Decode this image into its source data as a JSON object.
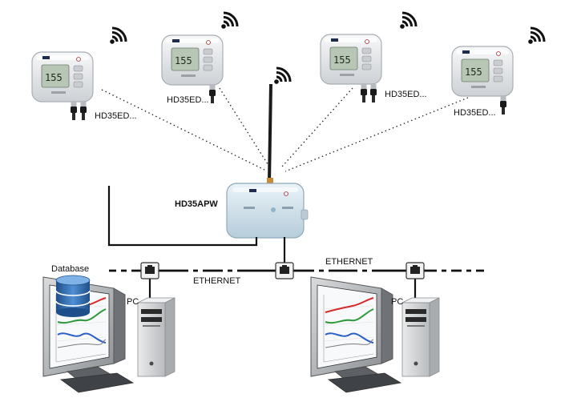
{
  "colors": {
    "device_body": "#e6e8ea",
    "device_border": "#a9aeb3",
    "screen": "#b8c7b5",
    "receiver_body": "#cfe1ec",
    "network_line": "#111111",
    "wireless_link": "#222222",
    "chart_red": "#d42a2a",
    "chart_green": "#2f9a3b",
    "chart_blue": "#2a5fc4",
    "db_blue": "#2f6db3"
  },
  "loggers": [
    {
      "label": "HD35ED...",
      "reading": "155"
    },
    {
      "label": "HD35ED...",
      "reading": "155"
    },
    {
      "label": "HD35ED...",
      "reading": "155"
    },
    {
      "label": "HD35ED...",
      "reading": "155"
    }
  ],
  "receiver": {
    "label": "HD35APW"
  },
  "network": {
    "left_label": "ETHERNET",
    "right_label": "ETHERNET"
  },
  "pcs": [
    {
      "label": "PC",
      "database_label": "Database"
    },
    {
      "label": "PC"
    }
  ],
  "icons": {
    "wifi": "wifi-signal-icon",
    "switch": "ethernet-switch-icon",
    "database": "database-icon",
    "tower": "pc-tower-icon",
    "monitor": "monitor-icon"
  }
}
